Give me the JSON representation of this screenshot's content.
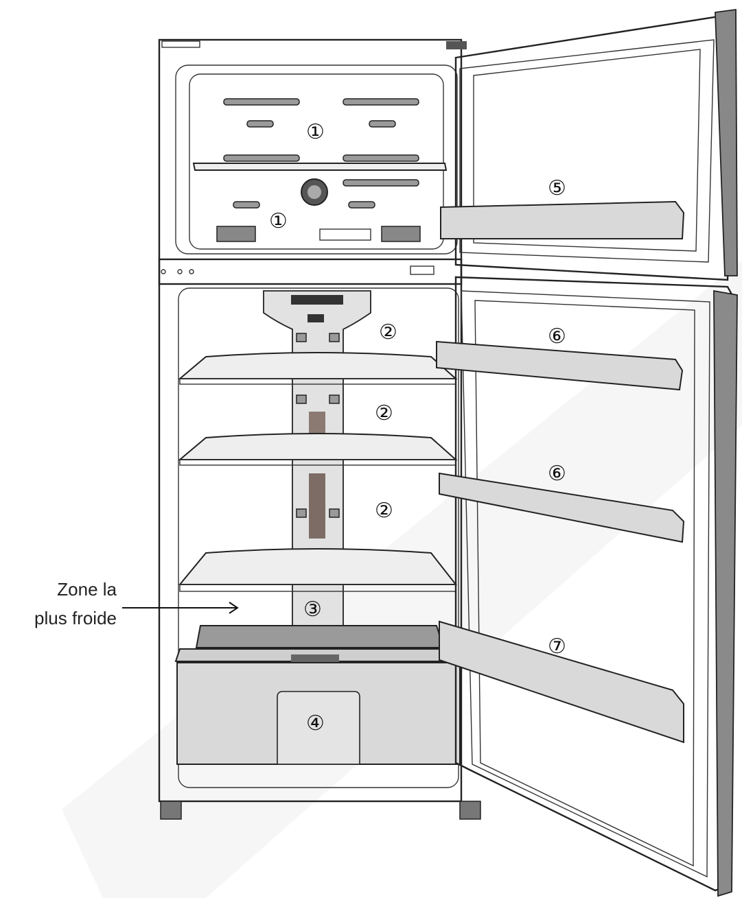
{
  "labels": {
    "freezer_upper": "①",
    "freezer_lower": "①",
    "shelf_top": "②",
    "shelf_middle": "②",
    "shelf_bottom": "②",
    "coldest_zone": "③",
    "crisper": "④",
    "freezer_door_shelf": "⑤",
    "door_shelf_upper": "⑥",
    "door_shelf_middle": "⑥",
    "door_bottle_shelf": "⑦"
  },
  "callout": {
    "line1": "Zone la",
    "line2": "plus froide"
  }
}
